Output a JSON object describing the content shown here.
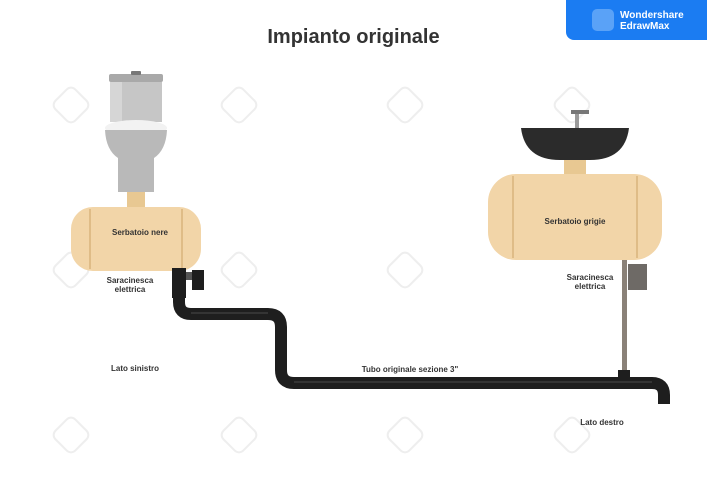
{
  "title": "Impianto originale",
  "brand": {
    "line1": "Wondershare",
    "line2": "EdrawMax",
    "color": "#1b7cf2"
  },
  "labels": {
    "black_tank": "Serbatoio nere",
    "grey_tank": "Serbatoio grigie",
    "valve_left_1": "Saracinesca",
    "valve_left_2": "elettrica",
    "valve_right_1": "Saracinesca",
    "valve_right_2": "elettrica",
    "left_side": "Lato sinistro",
    "right_side": "Lato destro",
    "pipe": "Tubo originale sezione 3\""
  },
  "watermark": {
    "line1": "Wondershare",
    "line2": "EdrawMax"
  },
  "colors": {
    "tank": "#f2d5a8",
    "tank_edge": "#d9b47c",
    "pipe": "#1e1e1e",
    "toilet": "#b8b8b8",
    "sink": "#2b2b2b"
  }
}
